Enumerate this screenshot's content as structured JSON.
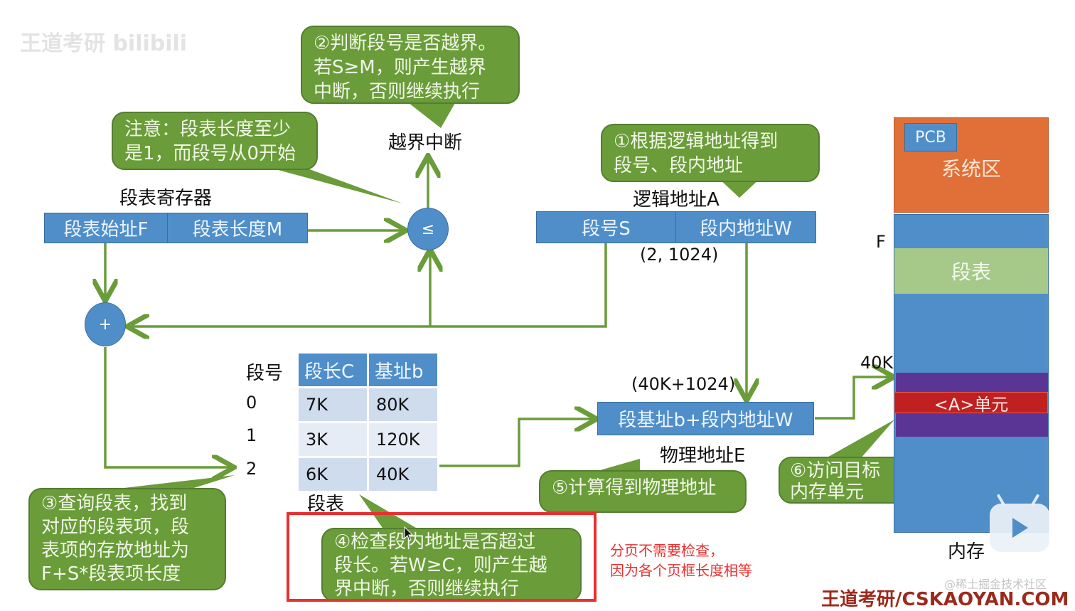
{
  "watermark": {
    "top_left": "王道考研 bilibili",
    "bottom_right_community": "@稀土掘金技术社区",
    "bottom_right_site": "王道考研/CSKAOYAN.COM"
  },
  "notes": {
    "step1": [
      "①根据逻辑地址得到",
      "段号、段内地址"
    ],
    "step2": [
      "②判断段号是否越界。",
      "若S≥M，则产生越界",
      "中断，否则继续执行"
    ],
    "step3": [
      "③查询段表，找到",
      "对应的段表项，段",
      "表项的存放地址为",
      "F+S*段表项长度"
    ],
    "step4": [
      "④检查段内地址是否超过",
      "段长。若W≥C，则产生越",
      "界中断，否则继续执行"
    ],
    "step5": "⑤计算得到物理地址",
    "step6": [
      "⑥访问目标",
      "内存单元"
    ],
    "attention": [
      "注意：段表长度至少",
      "是1，而段号从0开始"
    ]
  },
  "labels": {
    "overflow_interrupt": "越界中断",
    "segment_table_register": "段表寄存器",
    "logical_address": "逻辑地址A",
    "logical_value": "(2, 1024)",
    "physical_value": "(40K+1024)",
    "physical_address": "物理地址E",
    "segment_table_caption": "段表",
    "segment_no_header": "段号",
    "memory_caption": "内存",
    "F_marker": "F",
    "k40_marker": "40K"
  },
  "register": {
    "start": "段表始址F",
    "length": "段表长度M"
  },
  "logical": {
    "seg": "段号S",
    "offset": "段内地址W"
  },
  "physical_box": "段基址b+段内地址W",
  "comparator": "≤",
  "adder": "+",
  "segment_table": {
    "headers": [
      "段长C",
      "基址b"
    ],
    "rows": [
      {
        "no": "0",
        "len": "7K",
        "base": "80K"
      },
      {
        "no": "1",
        "len": "3K",
        "base": "120K"
      },
      {
        "no": "2",
        "len": "6K",
        "base": "40K"
      }
    ]
  },
  "memory": {
    "pcb": "PCB",
    "system_area": "系统区",
    "segment_table": "段表",
    "target_unit": "<A>单元"
  },
  "annotation_red": [
    "分页不需要检查，",
    "因为各个页框长度相等"
  ],
  "colors": {
    "green": "#6a9c3a",
    "blue": "#4f8ec9",
    "orange": "#e07038",
    "purple": "#5b3596",
    "red": "#c0201f",
    "light_green": "#a6c98a"
  }
}
